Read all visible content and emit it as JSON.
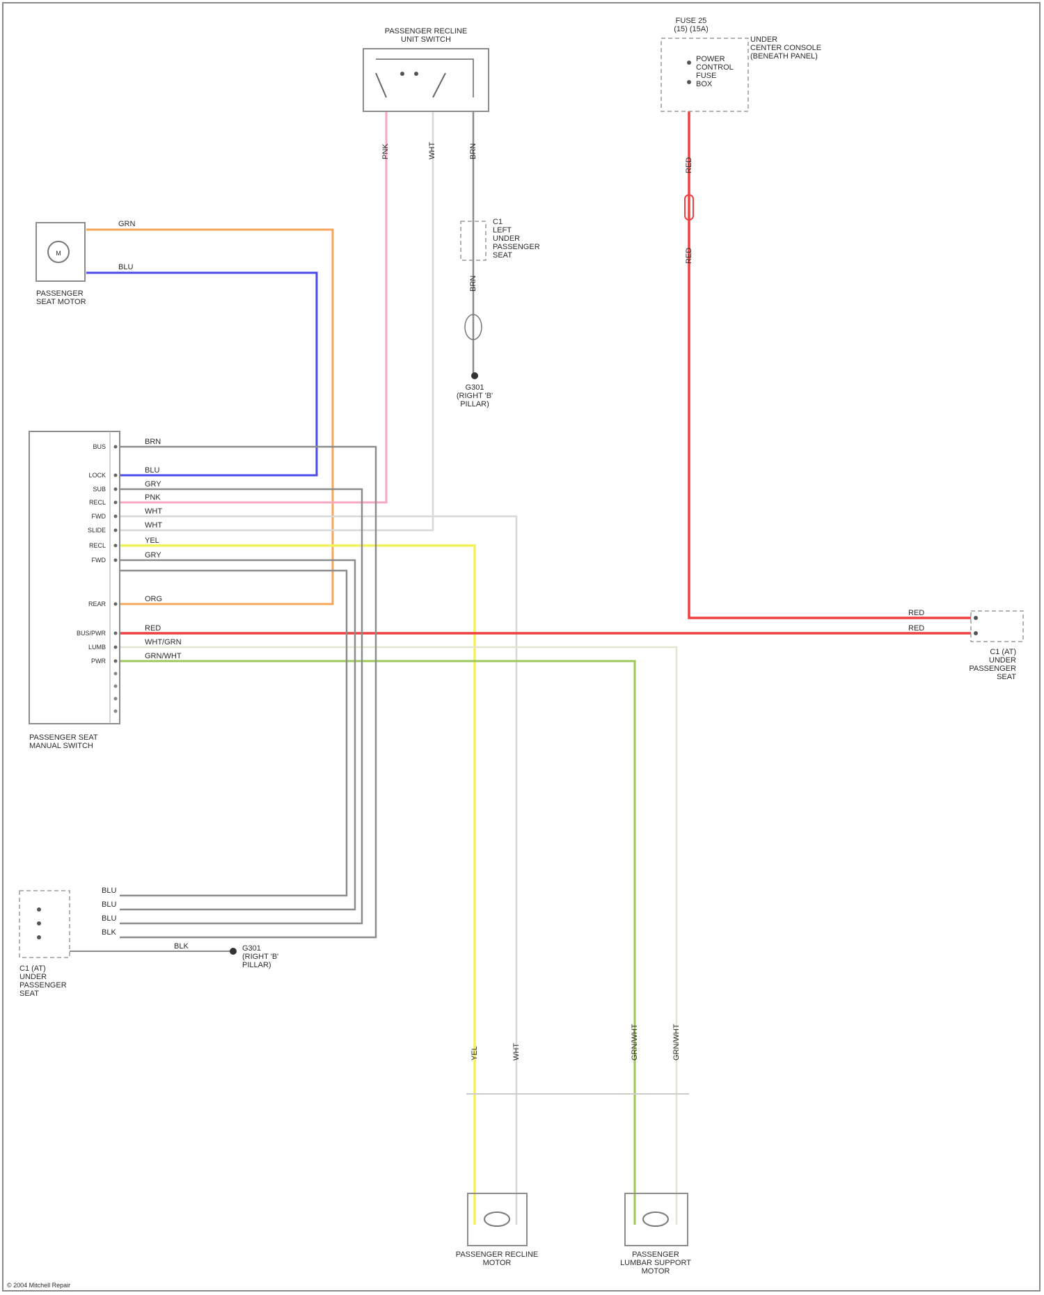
{
  "components": {
    "recline_switch": {
      "name": "PASSENGER RECLINE\nUNIT SWITCH"
    },
    "fuse_box": {
      "name": "FUSE 25\n(15) (15A)",
      "note": "UNDER\nCENTER CONSOLE\n(BENEATH PANEL)",
      "inner": "POWER\nCONTROL\nFUSE\nBOX"
    },
    "power_seat_motor": {
      "name": "PASSENGER\nSEAT MOTOR"
    },
    "seat_switch": {
      "name": "PASSENGER SEAT\nMANUAL SWITCH"
    },
    "lower_connector_right": {
      "name": "C1 (AT)\nUNDER\nPASSENGER\nSEAT"
    },
    "lower_connector_left": {
      "name": "C1 (AT)\nUNDER\nPASSENGER\nSEAT"
    },
    "mid_connector": {
      "name": "C1\nLEFT\nUNDER\nPASSENGER\nSEAT"
    },
    "ground_top": {
      "name": "G301\n(RIGHT 'B'\nPILLAR)"
    },
    "ground_bottom": {
      "name": "G301\n(RIGHT 'B'\nPILLAR)"
    },
    "recline_motor": {
      "name": "PASSENGER RECLINE\nMOTOR"
    },
    "lumbar_motor": {
      "name": "PASSENGER\nLUMBAR SUPPORT\nMOTOR"
    }
  },
  "switch_pins": [
    {
      "label": "BUS",
      "wire": "BRN"
    },
    {
      "label": "LOCK",
      "wire": "BLU"
    },
    {
      "label": "SUB",
      "wire": "GRY"
    },
    {
      "label": "RECL",
      "wire": "PNK"
    },
    {
      "label": "FWD",
      "wire": "WHT"
    },
    {
      "label": "SLIDE",
      "wire": "WHT"
    },
    {
      "label": "RECL",
      "wire": "YEL"
    },
    {
      "label": "FWD",
      "wire": "GRY"
    },
    {
      "label": "REAR",
      "wire": "ORG"
    },
    {
      "label": "BUS/PWR",
      "wire": "RED"
    },
    {
      "label": "LUMB",
      "wire": "WHT/GRN"
    },
    {
      "label": "PWR",
      "wire": "GRN/WHT"
    }
  ],
  "wire_labels": {
    "motor_top": "GRN",
    "motor_bottom": "BLU",
    "recline_left": "PNK",
    "recline_mid": "WHT",
    "recline_right": "BRN",
    "ground_wire": "BRN",
    "fuse_out": "RED",
    "fuse_mid": "RED",
    "connector_red_top": "RED",
    "connector_red_bottom": "RED",
    "lower_1": "BLU",
    "lower_2": "BLU",
    "lower_3": "BLU",
    "lower_4": "BLK",
    "lower_5": "BLK",
    "bottom_yel": "YEL",
    "bottom_wht": "WHT",
    "bottom_grn1": "GRN/WHT",
    "bottom_grn2": "GRN/WHT"
  },
  "footer": "© 2004 Mitchell Repair",
  "colors": {
    "orange": "#f4a65a",
    "blue": "#4a4ae8",
    "pink": "#f7a8c0",
    "yellow": "#f2f25c",
    "red": "#ee4040",
    "green": "#9cc85a",
    "gray": "#8c8c8c",
    "white_wire": "#d8d8d8"
  }
}
